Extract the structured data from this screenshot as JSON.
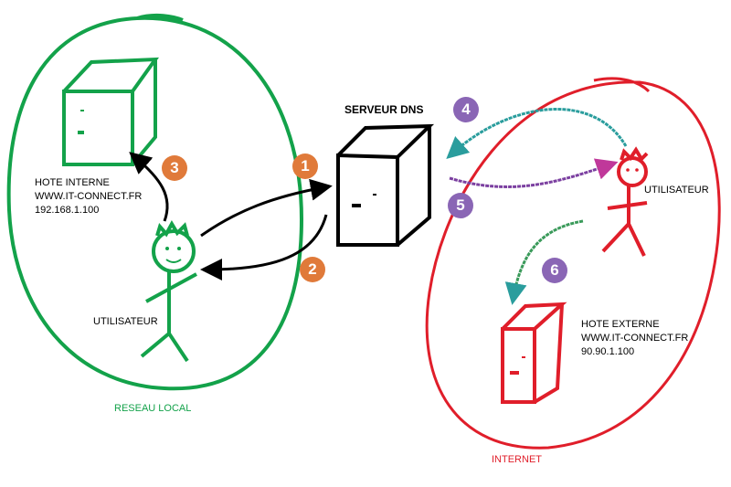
{
  "colors": {
    "local": "#13a24a",
    "internet": "#e01e2a",
    "orange": "#e07a3a",
    "purple": "#8a66b5",
    "ink": "#000000"
  },
  "dns_server": {
    "title": "SERVEUR DNS"
  },
  "local": {
    "zone_label": "RESEAU LOCAL",
    "host": {
      "lines": [
        "HOTE INTERNE",
        "WWW.IT-CONNECT.FR",
        "192.168.1.100"
      ]
    },
    "user": "UTILISATEUR"
  },
  "internet": {
    "zone_label": "INTERNET",
    "host": {
      "lines": [
        "HOTE EXTERNE",
        "WWW.IT-CONNECT.FR",
        "90.90.1.100"
      ]
    },
    "user": "UTILISATEUR"
  },
  "steps": [
    "1",
    "2",
    "3",
    "4",
    "5",
    "6"
  ]
}
